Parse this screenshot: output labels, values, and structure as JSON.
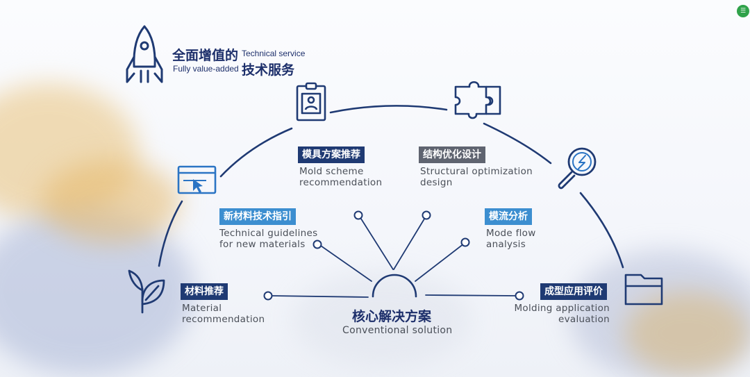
{
  "header": {
    "cn_part1": "全面增值的",
    "en_part1": "Technical service",
    "en_part2": "Fully value-added",
    "cn_part2": "技术服务"
  },
  "core": {
    "cn": "核心解决方案",
    "en": "Conventional solution"
  },
  "services": [
    {
      "cn": "材料推荐",
      "en_lines": [
        "Material",
        "recommendation"
      ],
      "style": "dark"
    },
    {
      "cn": "新材料技术指引",
      "en_lines": [
        "Technical guidelines",
        "for new materials"
      ],
      "style": "light"
    },
    {
      "cn": "模具方案推荐",
      "en_lines": [
        "Mold scheme",
        "recommendation"
      ],
      "style": "dark"
    },
    {
      "cn": "结构优化设计",
      "en_lines": [
        "Structural optimization",
        "design"
      ],
      "style": "gray"
    },
    {
      "cn": "模流分析",
      "en_lines": [
        "Mode flow",
        "analysis"
      ],
      "style": "light"
    },
    {
      "cn": "成型应用评价",
      "en_lines": [
        "Molding application",
        "evaluation"
      ],
      "style": "dark"
    }
  ],
  "icons": [
    "rocket-icon",
    "leaf-icon",
    "browser-cursor-icon",
    "id-badge-icon",
    "puzzle-icon",
    "magnifier-icon",
    "folder-icon"
  ],
  "colors": {
    "navy": "#1d2f6b",
    "line": "#1f3a73",
    "accent_blue": "#3c8ed0",
    "gray": "#5f6470"
  }
}
